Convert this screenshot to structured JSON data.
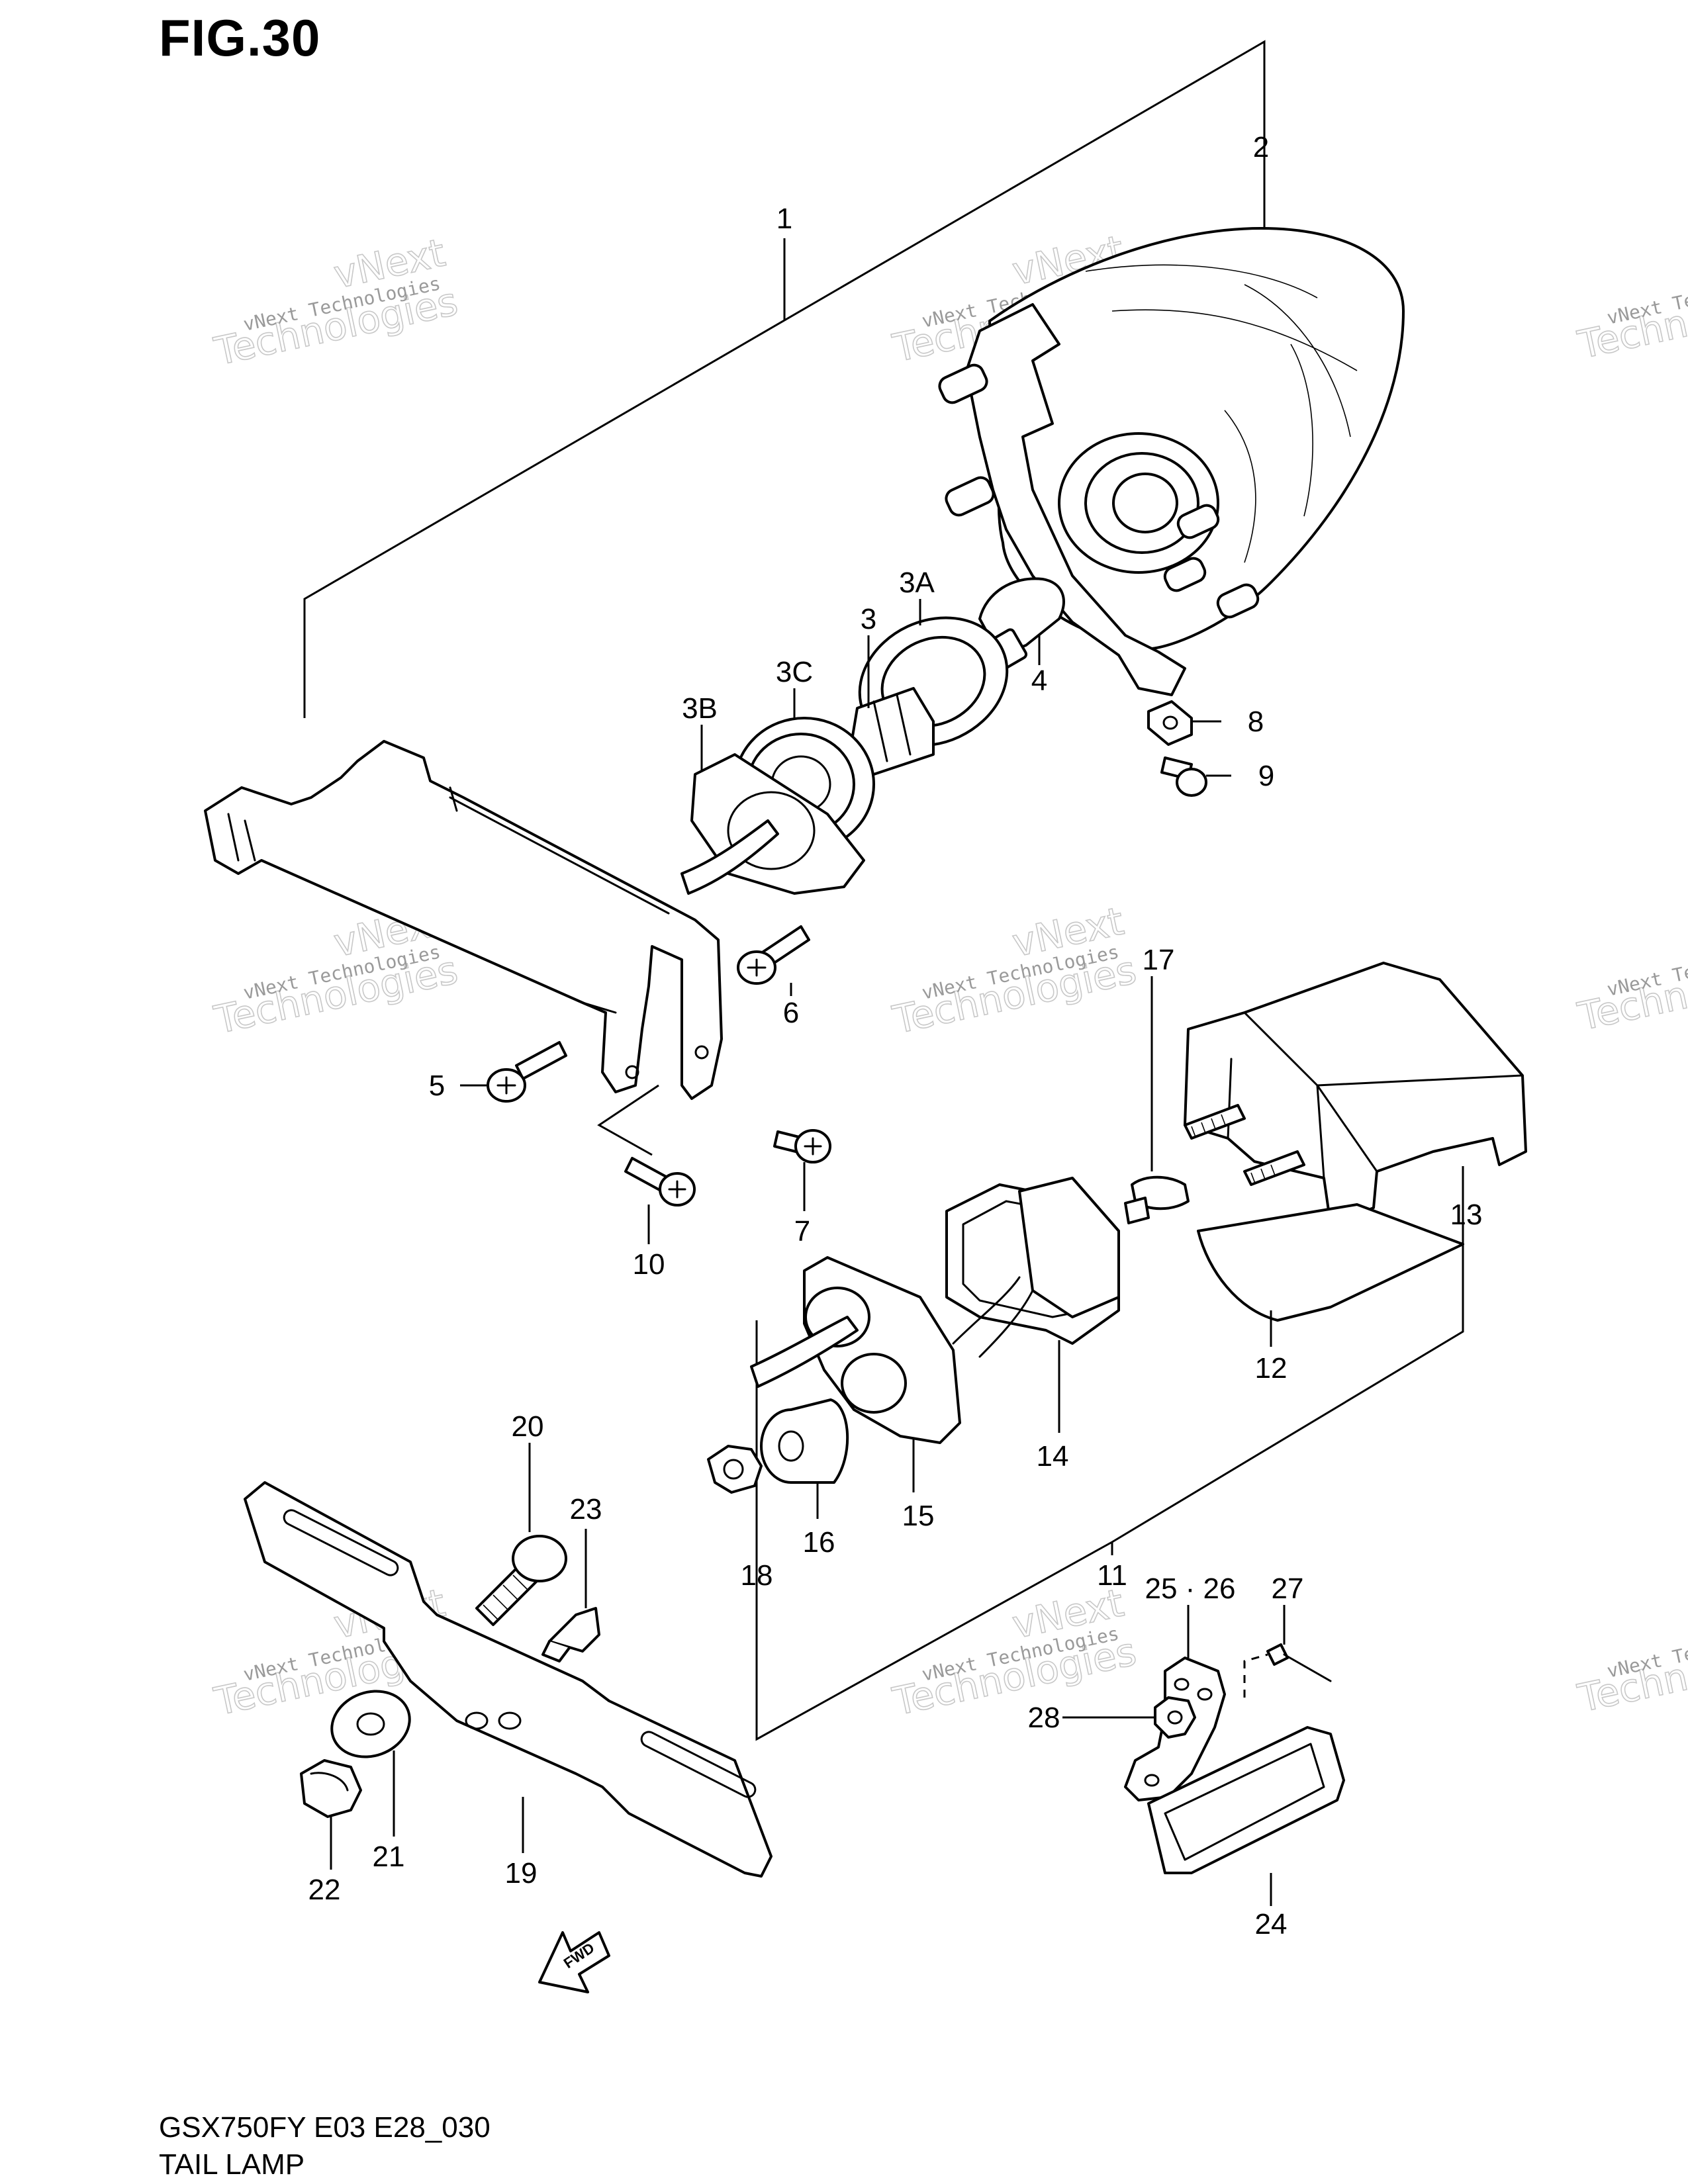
{
  "figure": {
    "title": "FIG.30",
    "model_code": "GSX750FY E03 E28_030",
    "assembly_name": "TAIL LAMP"
  },
  "watermark": {
    "small_text": "vNext Technologies",
    "big_text_1": "vNext",
    "big_text_2": "Technologies"
  },
  "direction_marker": {
    "label": "FWD"
  },
  "callouts": {
    "c1": "1",
    "c2": "2",
    "c3": "3",
    "c3A": "3A",
    "c3B": "3B",
    "c3C": "3C",
    "c4": "4",
    "c5": "5",
    "c6": "6",
    "c7": "7",
    "c8": "8",
    "c9": "9",
    "c10": "10",
    "c11": "11",
    "c12": "12",
    "c13": "13",
    "c14": "14",
    "c15": "15",
    "c16": "16",
    "c17": "17",
    "c18": "18",
    "c19": "19",
    "c20": "20",
    "c21": "21",
    "c22": "22",
    "c23": "23",
    "c24": "24",
    "c25_26": "25 · 26",
    "c27": "27",
    "c28": "28"
  }
}
